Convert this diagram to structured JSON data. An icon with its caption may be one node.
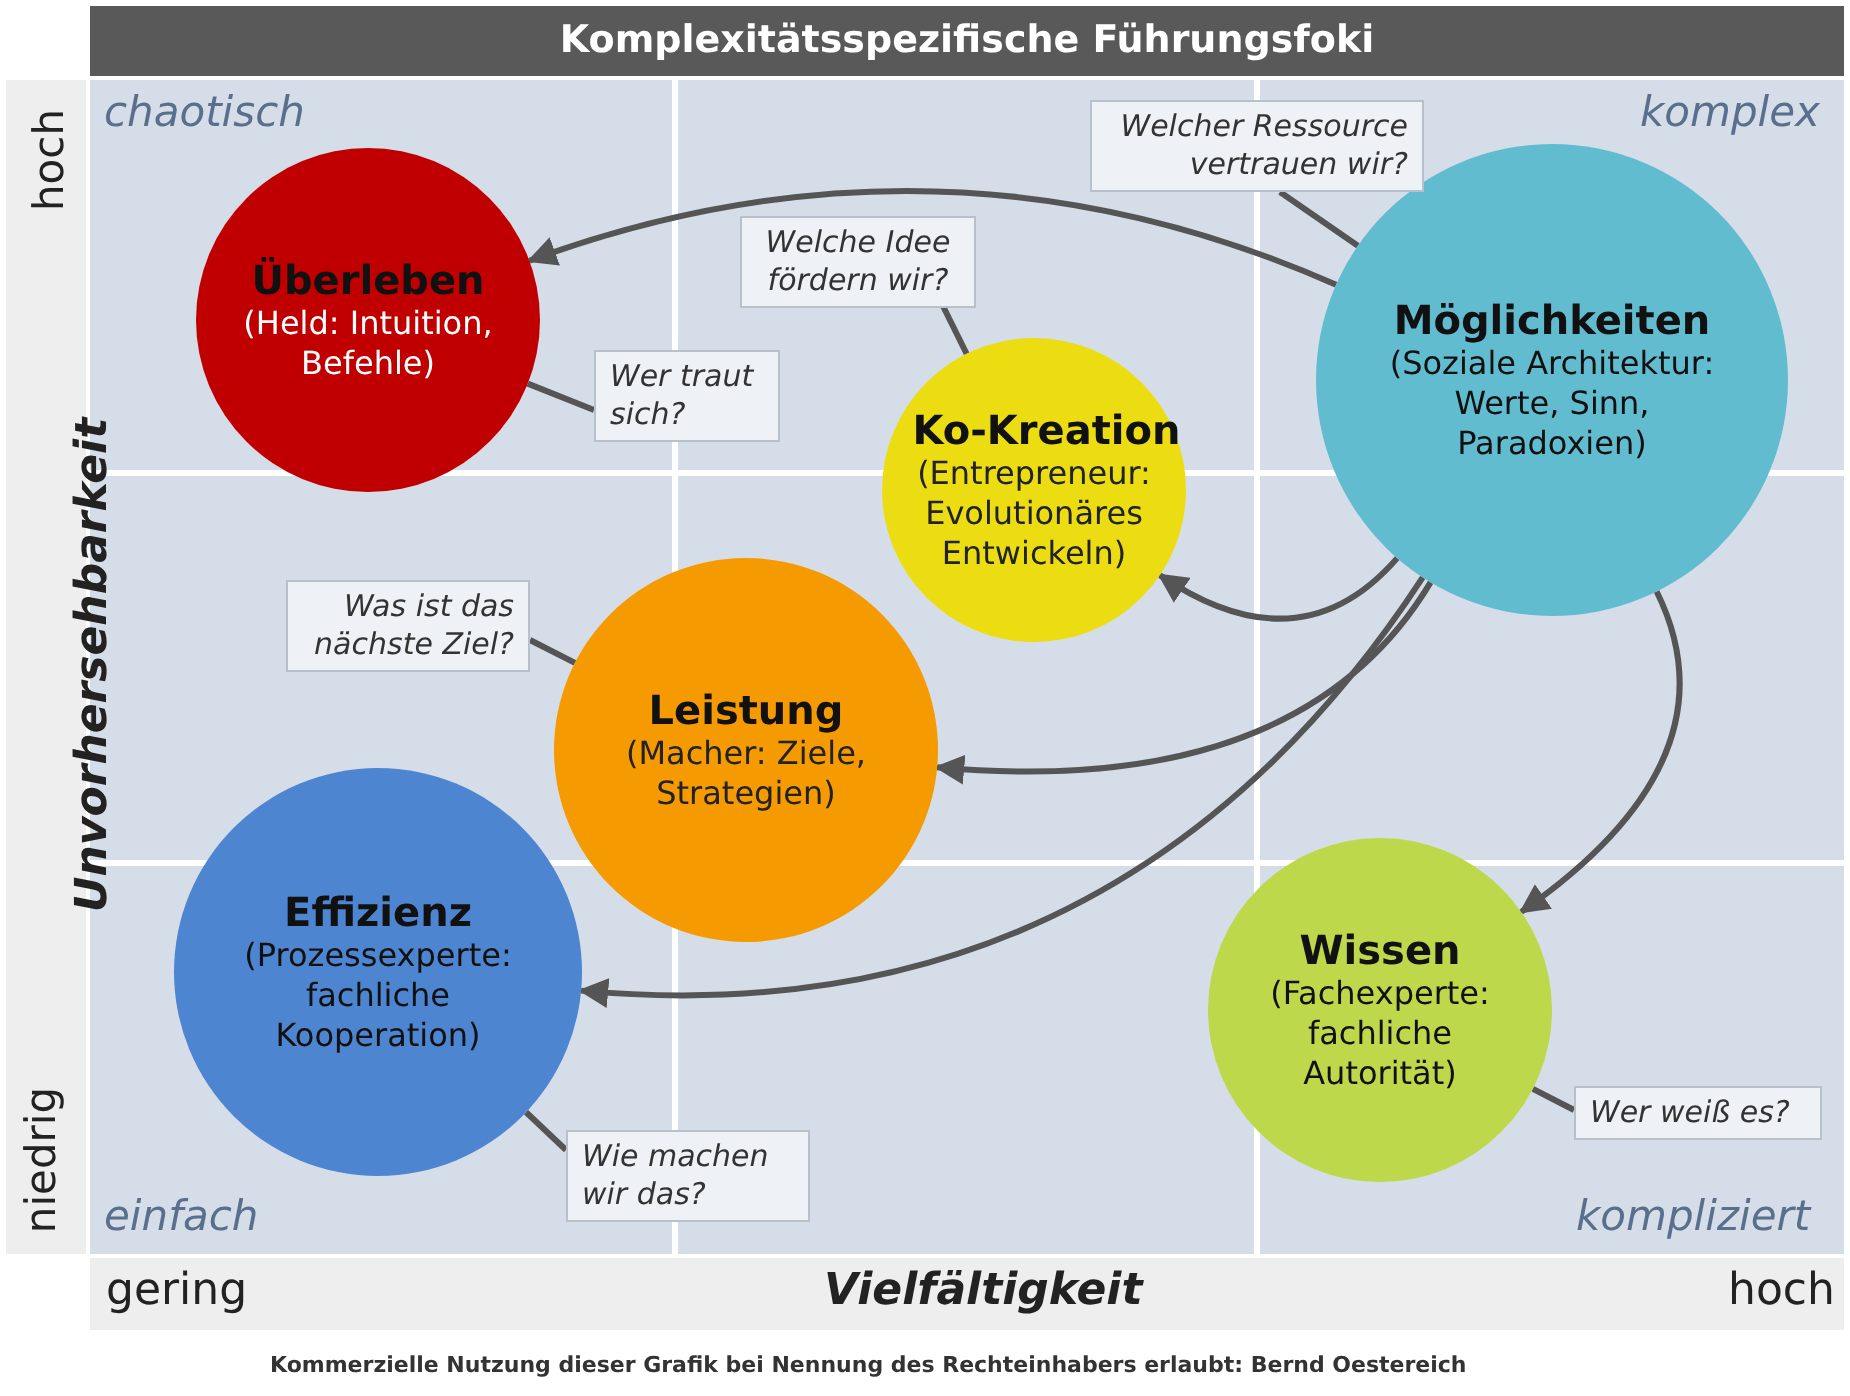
{
  "diagram": {
    "title": "Komplexitätsspezifische Führungsfoki",
    "nodes": [
      {
        "text": [
          "Überleben",
          "(Held: Intuition, Befehle)"
        ]
      },
      {
        "text": [
          "Wer traut sich?"
        ]
      },
      {
        "text": [
          "Ko-Kreation",
          "(Entrepreneur: Evolutionäres Entwickeln)"
        ]
      },
      {
        "text": [
          "Welche Idee fördern wir?"
        ]
      },
      {
        "text": [
          "Möglichkeiten",
          "(Soziale Architektur: Werte, Sinn, Paradoxien)"
        ]
      },
      {
        "text": [
          "Welcher Ressource vertrauen wir?"
        ]
      },
      {
        "text": [
          "Leistung",
          "(Macher: Ziele, Strategien)"
        ]
      },
      {
        "text": [
          "Was ist das nächste Ziel?"
        ]
      },
      {
        "text": [
          "Effizienz",
          "(Prozessexperte: fachliche Kooperation)"
        ]
      },
      {
        "text": [
          "Wie machen wir das?"
        ]
      },
      {
        "text": [
          "Wissen",
          "(Fachexperte: fachliche Autorität)"
        ]
      },
      {
        "text": [
          "Wer weiß es?"
        ]
      }
    ],
    "edges": [
      {
        "from": 4,
        "to": 0,
        "arrow": "to"
      },
      {
        "from": 4,
        "to": 2,
        "arrow": "to"
      },
      {
        "from": 4,
        "to": 6,
        "arrow": "to"
      },
      {
        "from": 4,
        "to": 8,
        "arrow": "to"
      },
      {
        "from": 4,
        "to": 10,
        "arrow": "to"
      },
      {
        "from": 1,
        "to": 0,
        "arrow": "none"
      },
      {
        "from": 3,
        "to": 2,
        "arrow": "none"
      },
      {
        "from": 5,
        "to": 4,
        "arrow": "none"
      },
      {
        "from": 7,
        "to": 6,
        "arrow": "none"
      },
      {
        "from": 9,
        "to": 8,
        "arrow": "none"
      },
      {
        "from": 11,
        "to": 10,
        "arrow": "none"
      }
    ],
    "labels": [
      "chaotisch",
      "komplex",
      "einfach",
      "kompliziert",
      "hoch",
      "Unvorhersehbarkeit",
      "niedrig",
      "gering",
      "Vielfältigkeit",
      "hoch",
      "Kommerzielle Nutzung dieser Grafik bei Nennung des Rechteinhabers erlaubt: Bernd Oestereich"
    ]
  }
}
